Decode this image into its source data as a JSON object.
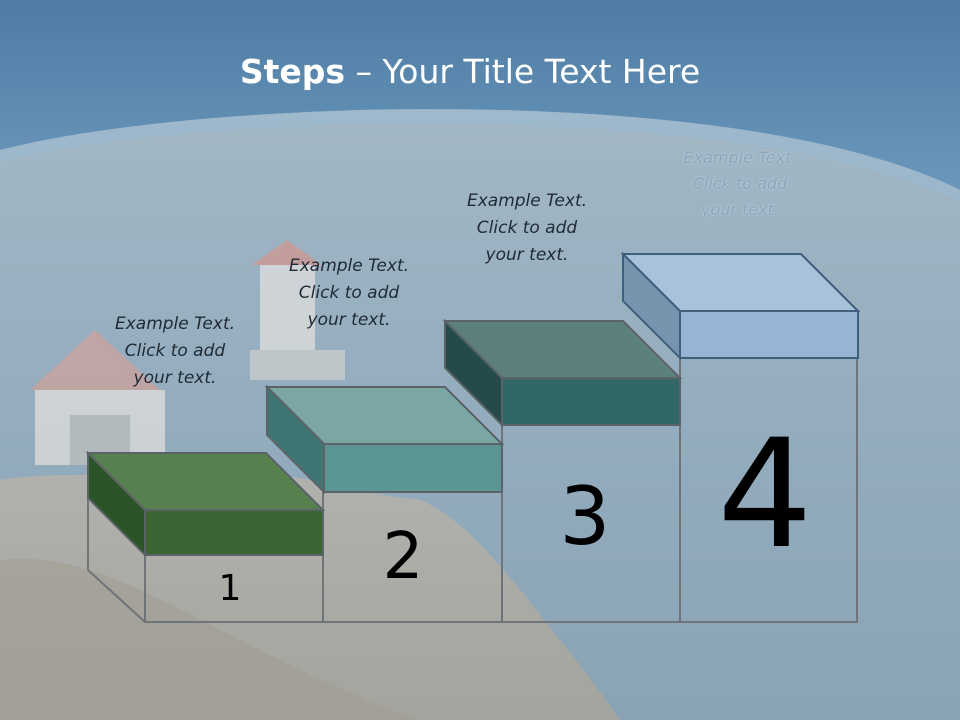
{
  "slide": {
    "title_bold": "Steps",
    "title_rest": " – Your Title Text Here"
  },
  "steps": [
    {
      "number": "1",
      "line1": "Example Text.",
      "line2": "Click  to add",
      "line3": "your text.",
      "color": "#3e6e3e"
    },
    {
      "number": "2",
      "line1": "Example Text.",
      "line2": "Click  to add",
      "line3": "your text.",
      "color": "#5b9a98"
    },
    {
      "number": "3",
      "line1": "Example Text.",
      "line2": "Click  to add",
      "line3": "your text.",
      "color": "#2f6a68"
    },
    {
      "number": "4",
      "line1": "Example Text.",
      "line2": "Click  to add",
      "line3": "your text.",
      "color": "#9fbedb"
    }
  ],
  "colors": {
    "header_band": "#5f8fb6",
    "background": "#8fa7b7"
  }
}
